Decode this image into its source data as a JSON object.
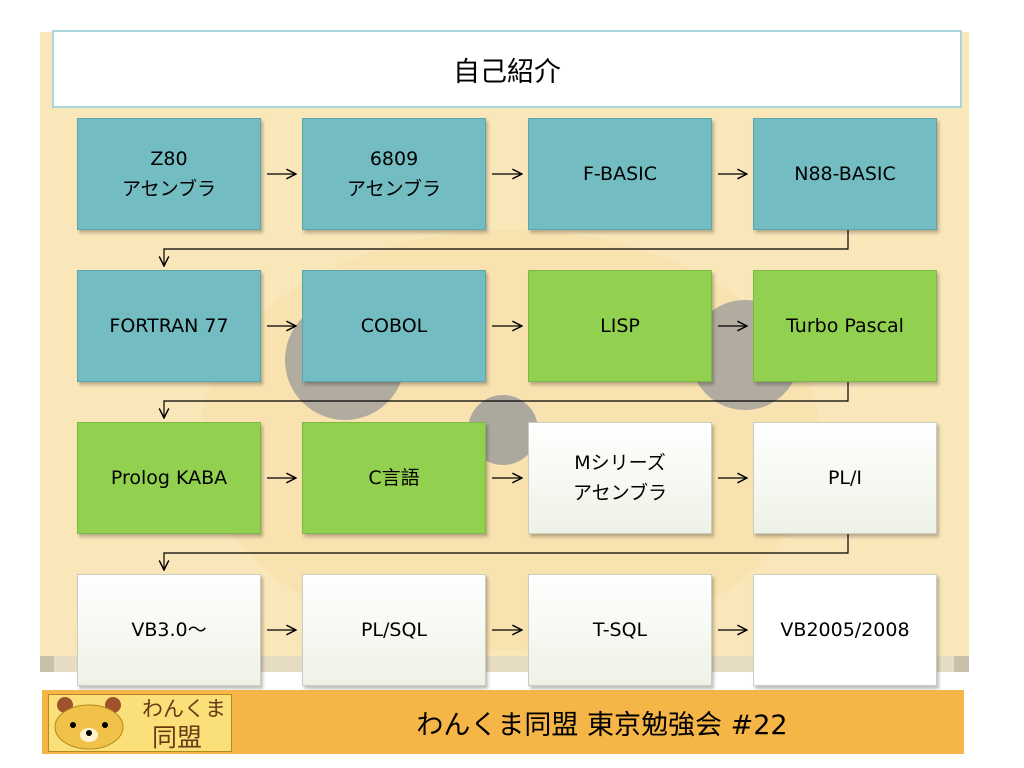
{
  "slide": {
    "title": "自己紹介",
    "footer": "わんくま同盟 東京勉強会 #22",
    "logo": {
      "line1": "わんくま",
      "line2": "同盟"
    }
  },
  "nodes": [
    {
      "id": "z80",
      "lines": [
        "Z80",
        "アセンブラ"
      ],
      "style": "teal"
    },
    {
      "id": "6809",
      "lines": [
        "6809",
        "アセンブラ"
      ],
      "style": "teal"
    },
    {
      "id": "f-basic",
      "lines": [
        "F-BASIC"
      ],
      "style": "teal"
    },
    {
      "id": "n88-basic",
      "lines": [
        "N88-BASIC"
      ],
      "style": "teal"
    },
    {
      "id": "fortran-77",
      "lines": [
        "FORTRAN 77"
      ],
      "style": "teal"
    },
    {
      "id": "cobol",
      "lines": [
        "COBOL"
      ],
      "style": "teal"
    },
    {
      "id": "lisp",
      "lines": [
        "LISP"
      ],
      "style": "green"
    },
    {
      "id": "turbo-pascal",
      "lines": [
        "Turbo Pascal"
      ],
      "style": "green"
    },
    {
      "id": "prolog-kaba",
      "lines": [
        "Prolog KABA"
      ],
      "style": "green"
    },
    {
      "id": "c-lang",
      "lines": [
        "C言語"
      ],
      "style": "green"
    },
    {
      "id": "m-series",
      "lines": [
        "Mシリーズ",
        "アセンブラ"
      ],
      "style": "white"
    },
    {
      "id": "pl-i",
      "lines": [
        "PL/I"
      ],
      "style": "white"
    },
    {
      "id": "vb3",
      "lines": [
        "VB3.0～"
      ],
      "style": "white"
    },
    {
      "id": "pl-sql",
      "lines": [
        "PL/SQL"
      ],
      "style": "white"
    },
    {
      "id": "t-sql",
      "lines": [
        "T-SQL"
      ],
      "style": "white"
    },
    {
      "id": "vb2005",
      "lines": [
        "VB2005/2008"
      ],
      "style": "pure"
    }
  ],
  "colors": {
    "teal": "#72bcc2",
    "green": "#92d050",
    "footer": "#f5b547",
    "panel": "#f9e7b9"
  }
}
